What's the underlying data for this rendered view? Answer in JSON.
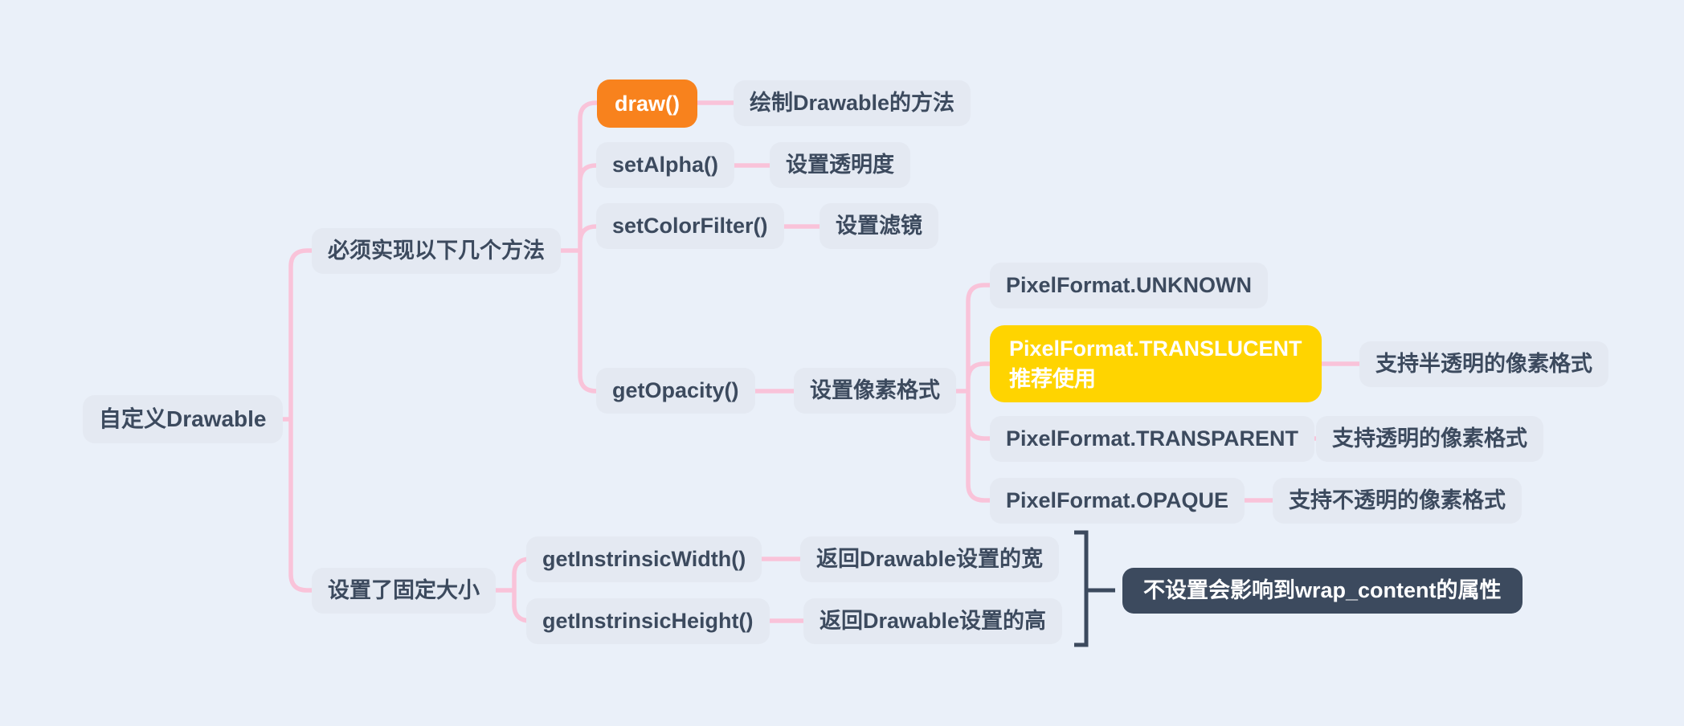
{
  "colors": {
    "background": "#eaf0f9",
    "node_background": "#e4e9f2",
    "node_text": "#3c4a5e",
    "connector_pink": "#f9c3d9",
    "accent_orange": "#f8821d",
    "accent_yellow": "#ffd400",
    "dark_node_background": "#3c4a5e",
    "dark_node_text": "#ffffff"
  },
  "mindmap": {
    "root": {
      "label": "自定义Drawable"
    },
    "branch_methods": {
      "label": "必须实现以下几个方法",
      "draw": {
        "label": "draw()",
        "desc": "绘制Drawable的方法"
      },
      "set_alpha": {
        "label": "setAlpha()",
        "desc": "设置透明度"
      },
      "set_color_filter": {
        "label": "setColorFilter()",
        "desc": "设置滤镜"
      },
      "get_opacity": {
        "label": "getOpacity()",
        "desc": "设置像素格式",
        "formats": {
          "unknown": {
            "label": "PixelFormat.UNKNOWN"
          },
          "translucent": {
            "label": "PixelFormat.TRANSLUCENT",
            "note": "推荐使用",
            "desc": "支持半透明的像素格式"
          },
          "transparent": {
            "label": "PixelFormat.TRANSPARENT",
            "desc": "支持透明的像素格式"
          },
          "opaque": {
            "label": "PixelFormat.OPAQUE",
            "desc": "支持不透明的像素格式"
          }
        }
      }
    },
    "branch_fixed_size": {
      "label": "设置了固定大小",
      "get_width": {
        "label": "getInstrinsicWidth()",
        "desc": "返回Drawable设置的宽"
      },
      "get_height": {
        "label": "getInstrinsicHeight()",
        "desc": "返回Drawable设置的高"
      },
      "summary_note": {
        "label": "不设置会影响到wrap_content的属性"
      }
    }
  }
}
